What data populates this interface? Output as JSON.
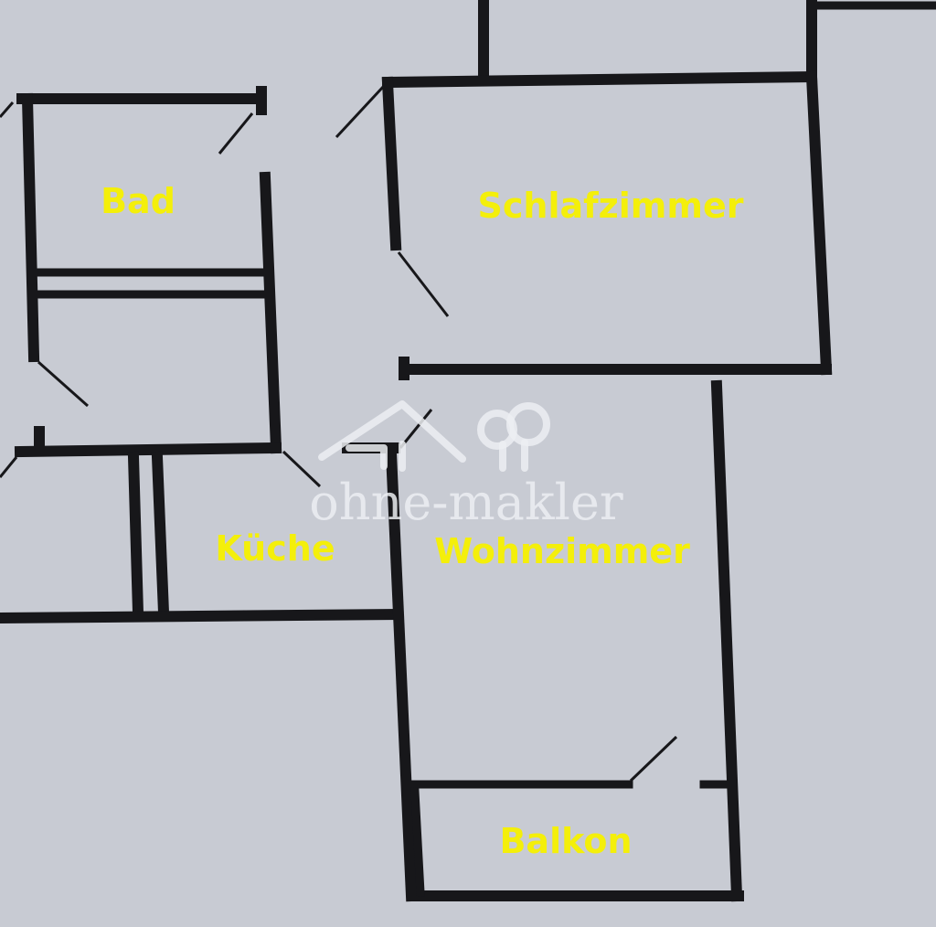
{
  "floorplan": {
    "rooms": {
      "bad": "Bad",
      "schlafzimmer": "Schlafzimmer",
      "kueche": "Küche",
      "wohnzimmer": "Wohnzimmer",
      "balkon": "Balkon"
    }
  },
  "watermark": {
    "text": "ohne-makler",
    "logo": "house-and-tree-logo"
  },
  "colors": {
    "background": "#c8cbd3",
    "walls": "#17171a",
    "labels": "#f4ef0a",
    "watermark": "#eceef2"
  }
}
